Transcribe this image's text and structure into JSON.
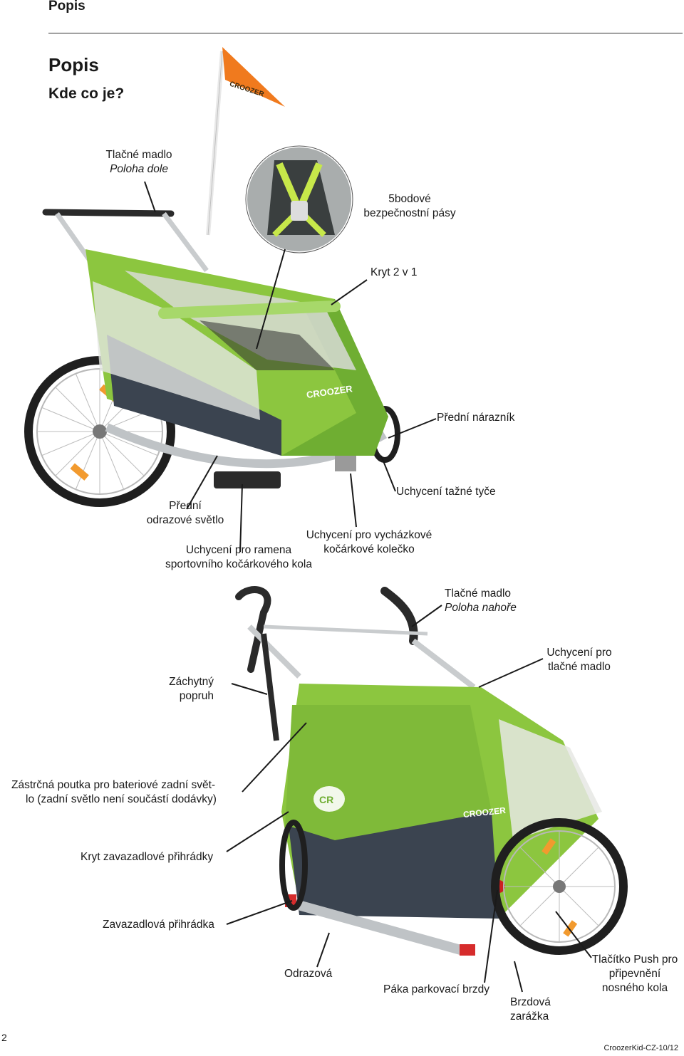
{
  "header": {
    "section": "Popis"
  },
  "heading": {
    "title": "Popis",
    "subtitle": "Kde co je?"
  },
  "labels": {
    "handle_down_title": "Tlačné madlo",
    "handle_down_sub": "Poloha dole",
    "harness_l1": "5bodové",
    "harness_l2": "bezpečnostní pásy",
    "cover": "Kryt 2 v 1",
    "front_bumper": "Přední nárazník",
    "tow_mount": "Uchycení tažné tyče",
    "reflector_l1": "Přední",
    "reflector_l2": "odrazové světlo",
    "stroll_l1": "Uchycení pro vycházkové",
    "stroll_l2": "kočárkové kolečko",
    "jog_l1": "Uchycení pro ramena",
    "jog_l2": "sportovního kočárkového kola",
    "handle_up_title": "Tlačné madlo",
    "handle_up_sub": "Poloha nahoře",
    "handle_mount_l1": "Uchycení pro",
    "handle_mount_l2": "tlačné madlo",
    "strap_l1": "Záchytný",
    "strap_l2": "popruh",
    "light_loop_l1": "Zástrčná poutka pro bateriové zadní svět-",
    "light_loop_l2": "lo (zadní světlo není součástí dodávky)",
    "luggage_cover": "Kryt zavazadlové přihrádky",
    "luggage": "Zavazadlová přihrádka",
    "rear_reflector": "Odrazová",
    "brake_lever": "Páka parkovací brzdy",
    "brake_stop_l1": "Brzdová",
    "brake_stop_l2": "zarážka",
    "push_btn_l1": "Tlačítko Push pro",
    "push_btn_l2": "připevnění",
    "push_btn_l3": "nosného kola"
  },
  "brand": {
    "name": "CROOZER",
    "badge": "CR"
  },
  "footer": {
    "page_number": "2",
    "doc_code": "CroozerKid-CZ-10/12"
  },
  "colors": {
    "canopy": "#8cc63f",
    "canopy_dark": "#5e9e2a",
    "flag": "#f07a1e",
    "frame": "#c9ccce",
    "text": "#1a1a1a"
  }
}
